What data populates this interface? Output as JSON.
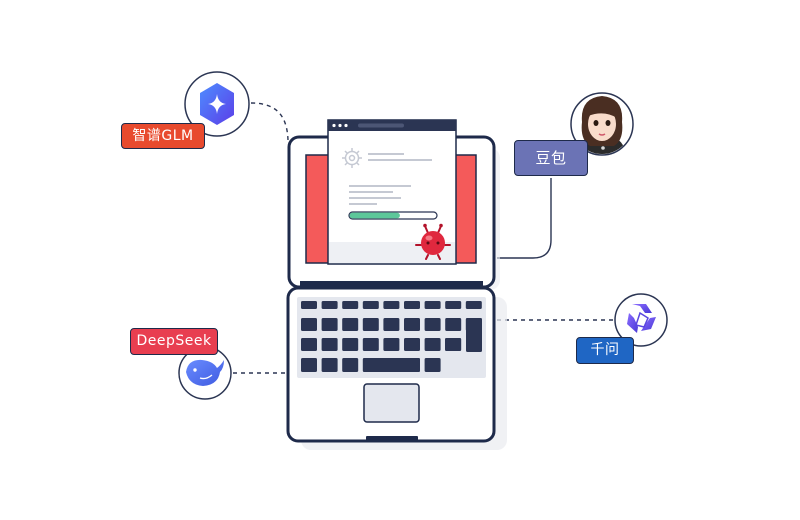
{
  "models": {
    "glm": {
      "label": "智谱GLM",
      "color": "#e84a2e",
      "icon": "zhipu-logo-icon"
    },
    "doubao": {
      "label": "豆包",
      "color": "#6b73b5",
      "icon": "doubao-avatar-icon"
    },
    "deepseek": {
      "label": "DeepSeek",
      "color": "#e83e50",
      "icon": "deepseek-whale-icon"
    },
    "qianwen": {
      "label": "千问",
      "color": "#1f66c4",
      "icon": "qwen-logo-icon"
    }
  },
  "colors": {
    "laptop_outline": "#1e2a4a",
    "screen_red": "#f45a5a",
    "progress": "#5cc79a",
    "key": "#2b3553"
  },
  "installer": {
    "progress": 0.58
  }
}
